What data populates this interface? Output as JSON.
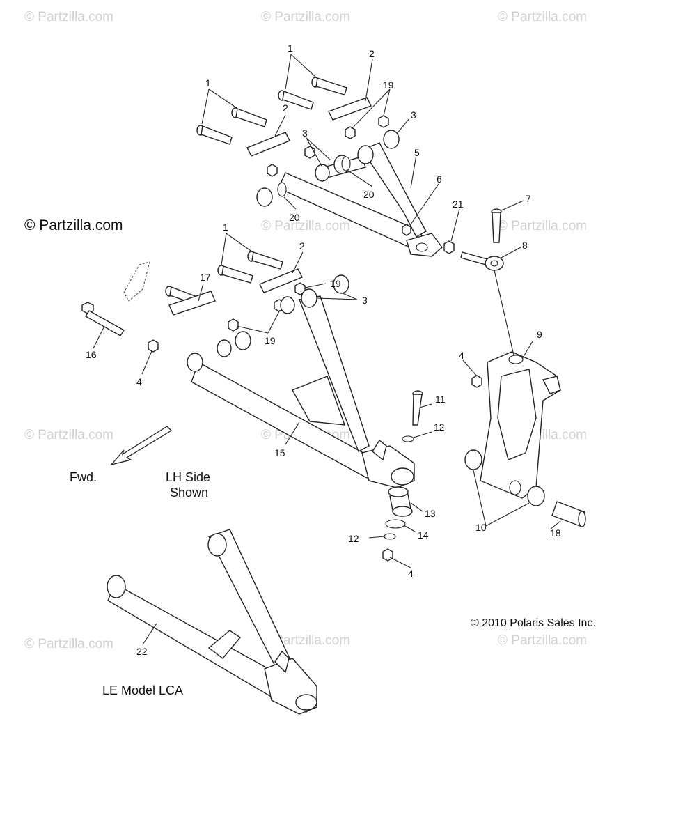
{
  "watermark": "© Partzilla.com",
  "copyright_main": "© Partzilla.com",
  "copyright_polaris": "© 2010 Polaris Sales Inc.",
  "captions": {
    "forward": "Fwd.",
    "side_line1": "LH Side",
    "side_line2": "Shown",
    "le_model": "LE Model LCA"
  },
  "callouts": {
    "c1a": "1",
    "c1b": "1",
    "c1c": "1",
    "c2a": "2",
    "c2b": "2",
    "c2c": "2",
    "c3a": "3",
    "c3b": "3",
    "c3c": "3",
    "c4a": "4",
    "c4b": "4",
    "c4c": "4",
    "c5": "5",
    "c6": "6",
    "c7": "7",
    "c8": "8",
    "c9": "9",
    "c10": "10",
    "c11": "11",
    "c12a": "12",
    "c12b": "12",
    "c13": "13",
    "c14": "14",
    "c15": "15",
    "c16": "16",
    "c17": "17",
    "c18": "18",
    "c19a": "19",
    "c19b": "19",
    "c19c": "19",
    "c20a": "20",
    "c20b": "20",
    "c21": "21",
    "c22": "22"
  }
}
